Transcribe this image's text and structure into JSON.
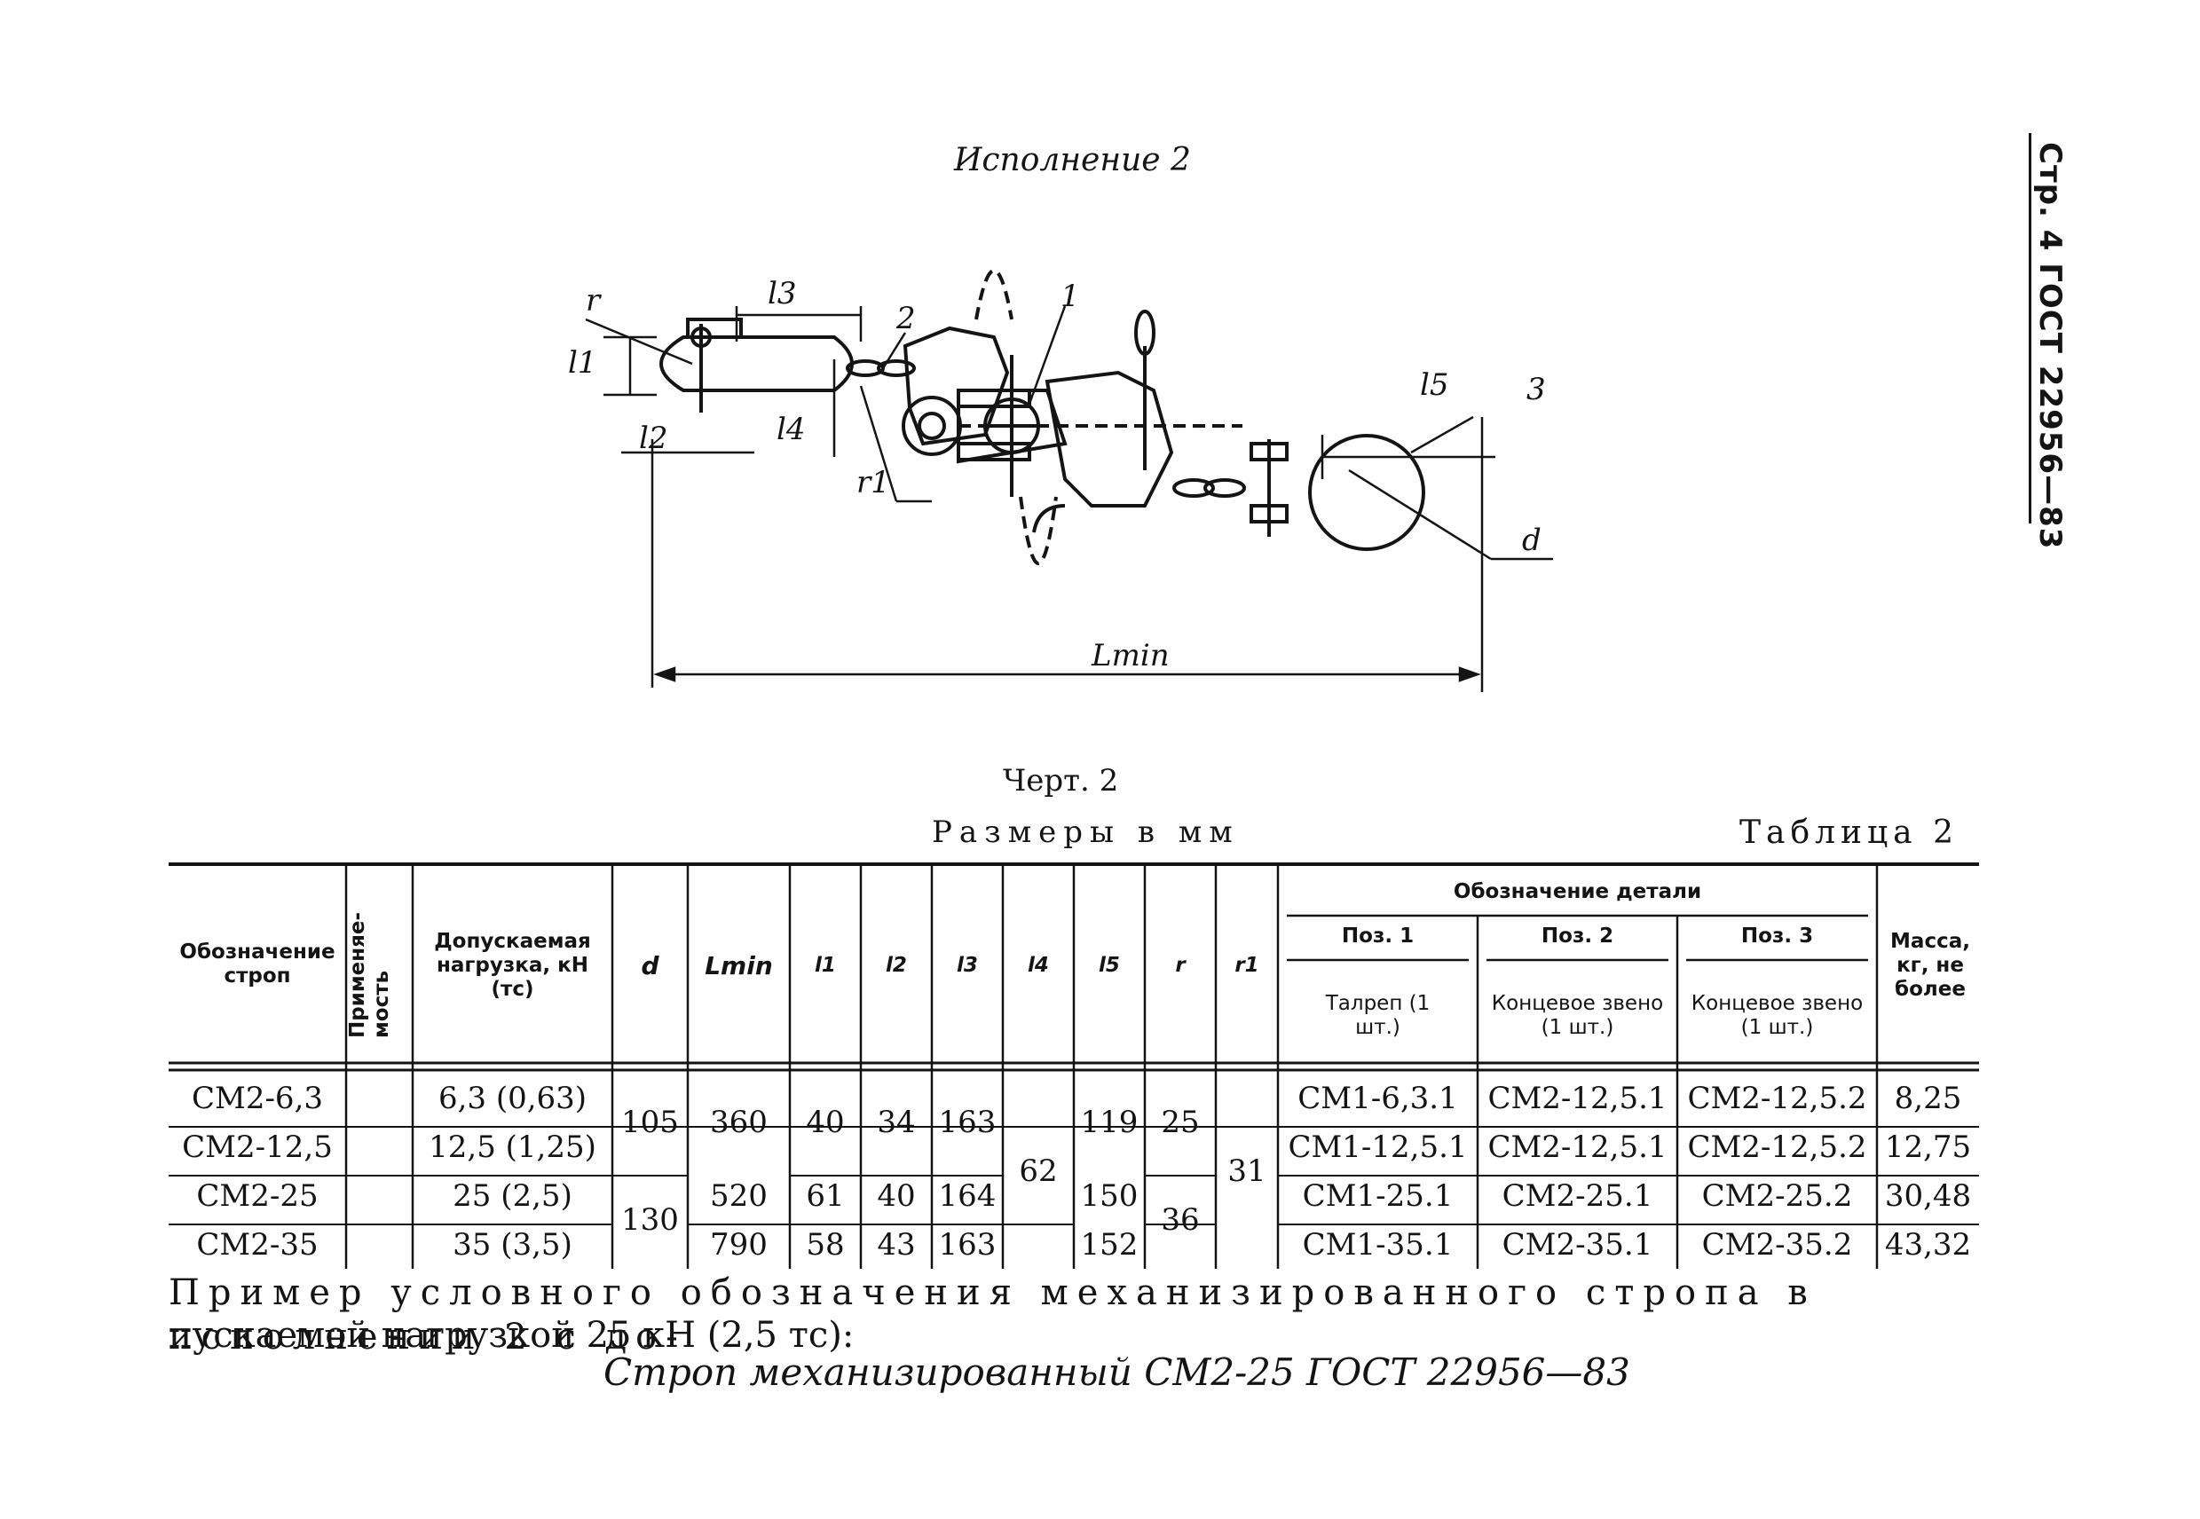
{
  "side_header": "Стр. 4 ГОСТ 22956—83",
  "drawing_caption": "Исполнение 2",
  "drawing_labels": {
    "r": "r",
    "l1": "l1",
    "l2": "l2",
    "l3": "l3",
    "l4": "l4",
    "l5": "l5",
    "r1": "r1",
    "pos1": "1",
    "pos2": "2",
    "pos3": "3",
    "d": "d",
    "lmin": "Lmin"
  },
  "figure_caption": "Черт. 2",
  "units_note": "Размеры в мм",
  "table_label": "Таблица 2",
  "table": {
    "headers": {
      "designation": "Обозначение строп",
      "applicability": "Применяе-мость",
      "load": "Допускаемая нагрузка, кН (тс)",
      "d": "d",
      "lmin": "Lmin",
      "l1": "l1",
      "l2": "l2",
      "l3": "l3",
      "l4": "l4",
      "l5": "l5",
      "r": "r",
      "r1": "r1",
      "part_group": "Обозначение детали",
      "pos1": "Поз. 1",
      "pos2": "Поз. 2",
      "pos3": "Поз. 3",
      "pos1_sub": "Талреп (1 шт.)",
      "pos2_sub": "Концевое звено (1 шт.)",
      "pos3_sub": "Концевое звено (1 шт.)",
      "mass": "Масса, кг, не более"
    },
    "rows": [
      {
        "designation": "СМ2-6,3",
        "load": "6,3 (0,63)",
        "lmin": "360",
        "l1": "40",
        "l2": "34",
        "l3": "163",
        "l5": "119",
        "pos1": "СМ1-6,3.1",
        "pos2": "СМ2-12,5.1",
        "pos3": "СМ2-12,5.2",
        "mass": "8,25"
      },
      {
        "designation": "СМ2-12,5",
        "load": "12,5 (1,25)",
        "lmin": "",
        "l1": "",
        "l2": "",
        "l3": "",
        "l5": "",
        "pos1": "СМ1-12,5.1",
        "pos2": "СМ2-12,5.1",
        "pos3": "СМ2-12,5.2",
        "mass": "12,75"
      },
      {
        "designation": "СМ2-25",
        "load": "25 (2,5)",
        "lmin": "520",
        "l1": "61",
        "l2": "40",
        "l3": "164",
        "l5": "150",
        "pos1": "СМ1-25.1",
        "pos2": "СМ2-25.1",
        "pos3": "СМ2-25.2",
        "mass": "30,48"
      },
      {
        "designation": "СМ2-35",
        "load": "35 (3,5)",
        "lmin": "790",
        "l1": "58",
        "l2": "43",
        "l3": "163",
        "l5": "152",
        "pos1": "СМ1-35.1",
        "pos2": "СМ2-35.1",
        "pos3": "СМ2-35.2",
        "mass": "43,32"
      }
    ],
    "merged": {
      "d_top": "105",
      "d_bottom": "130",
      "l4": "62",
      "r_top": "25",
      "r_bottom": "36",
      "r1": "31"
    }
  },
  "example_line1": "Пример условного обозначения механизированного стропа в исполнении 2 с до-",
  "example_line2": "пускаемой нагрузкой 25 кН (2,5 тс):",
  "example_designation": "Строп механизированный СМ2-25 ГОСТ 22956—83"
}
